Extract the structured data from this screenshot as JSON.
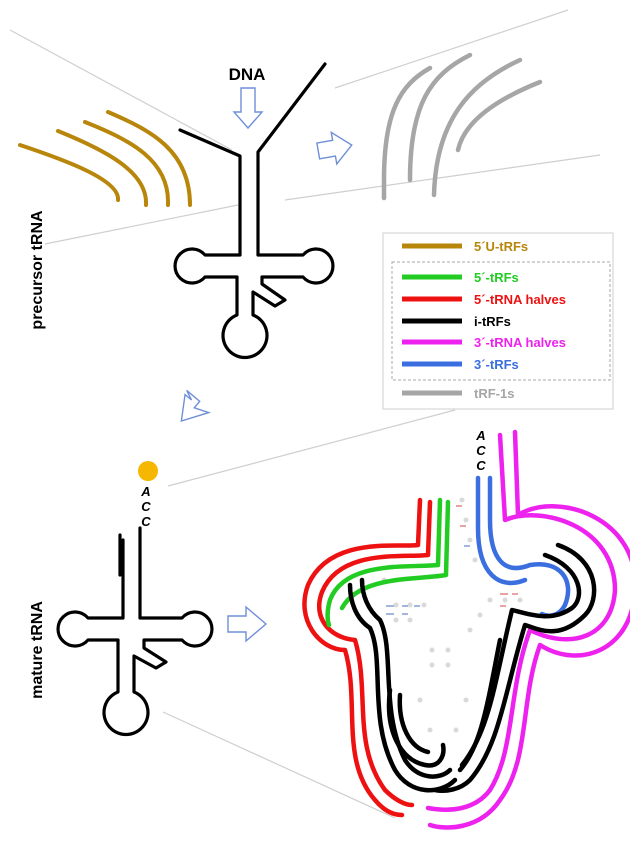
{
  "labels": {
    "dna": "DNA",
    "precursor": "precursor tRNA",
    "mature": "mature tRNA",
    "acc_a": "A",
    "acc_c1": "C",
    "acc_c2": "C"
  },
  "legend": [
    {
      "key": "5u-trfs",
      "label": "5´U-tRFs",
      "color": "#b8860b"
    },
    {
      "key": "5-trfs",
      "label": "5´-tRFs",
      "color": "#22cc22"
    },
    {
      "key": "5-trna-halves",
      "label": "5´-tRNA halves",
      "color": "#ee1111"
    },
    {
      "key": "i-trfs",
      "label": "i-tRFs",
      "color": "#000000"
    },
    {
      "key": "3-trna-halves",
      "label": "3´-tRNA halves",
      "color": "#ee22ee"
    },
    {
      "key": "3-trfs",
      "label": "3´-tRFs",
      "color": "#3b6fe0"
    },
    {
      "key": "trf-1s",
      "label": "tRF-1s",
      "color": "#a6a6a6"
    }
  ],
  "colors": {
    "structure": "#000000",
    "arrow_outline": "#6f8fd6",
    "cca_dot": "#f5b700",
    "guide_line": "#c8c8c8"
  }
}
